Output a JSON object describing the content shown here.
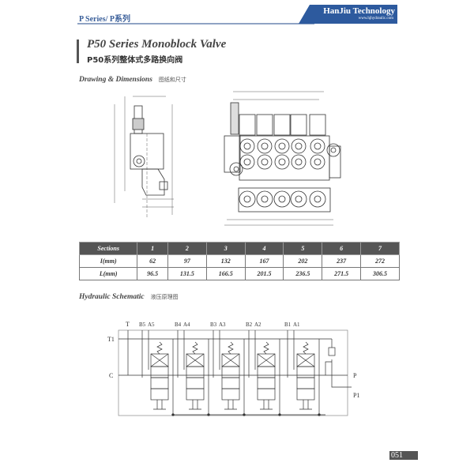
{
  "header": {
    "series": "P Series/ P系列",
    "brand": "HanJiu Technology",
    "url": "www.hjhydraulic.com",
    "brand_color": "#2d5a9e"
  },
  "title": {
    "en": "P50 Series Monoblock Valve",
    "cn": "P50系列整体式多路换向阀"
  },
  "drawing_section": {
    "en": "Drawing & Dimensions",
    "cn": "图纸和尺寸"
  },
  "table": {
    "headers": [
      "Sections",
      "1",
      "2",
      "3",
      "4",
      "5",
      "6",
      "7"
    ],
    "rows": [
      [
        "I(mm)",
        "62",
        "97",
        "132",
        "167",
        "202",
        "237",
        "272"
      ],
      [
        "L(mm)",
        "96.5",
        "131.5",
        "166.5",
        "201.5",
        "236.5",
        "271.5",
        "306.5"
      ]
    ]
  },
  "schematic_section": {
    "en": "Hydraulic Schematic",
    "cn": "液压原理图"
  },
  "schematic": {
    "labels": {
      "T": "T",
      "T1": "T1",
      "C": "C",
      "P": "P",
      "P1": "P1"
    },
    "ports": [
      [
        "B5",
        "A5"
      ],
      [
        "B4",
        "A4"
      ],
      [
        "B3",
        "A3"
      ],
      [
        "B2",
        "A2"
      ],
      [
        "B1",
        "A1"
      ]
    ]
  },
  "page_number": "051"
}
